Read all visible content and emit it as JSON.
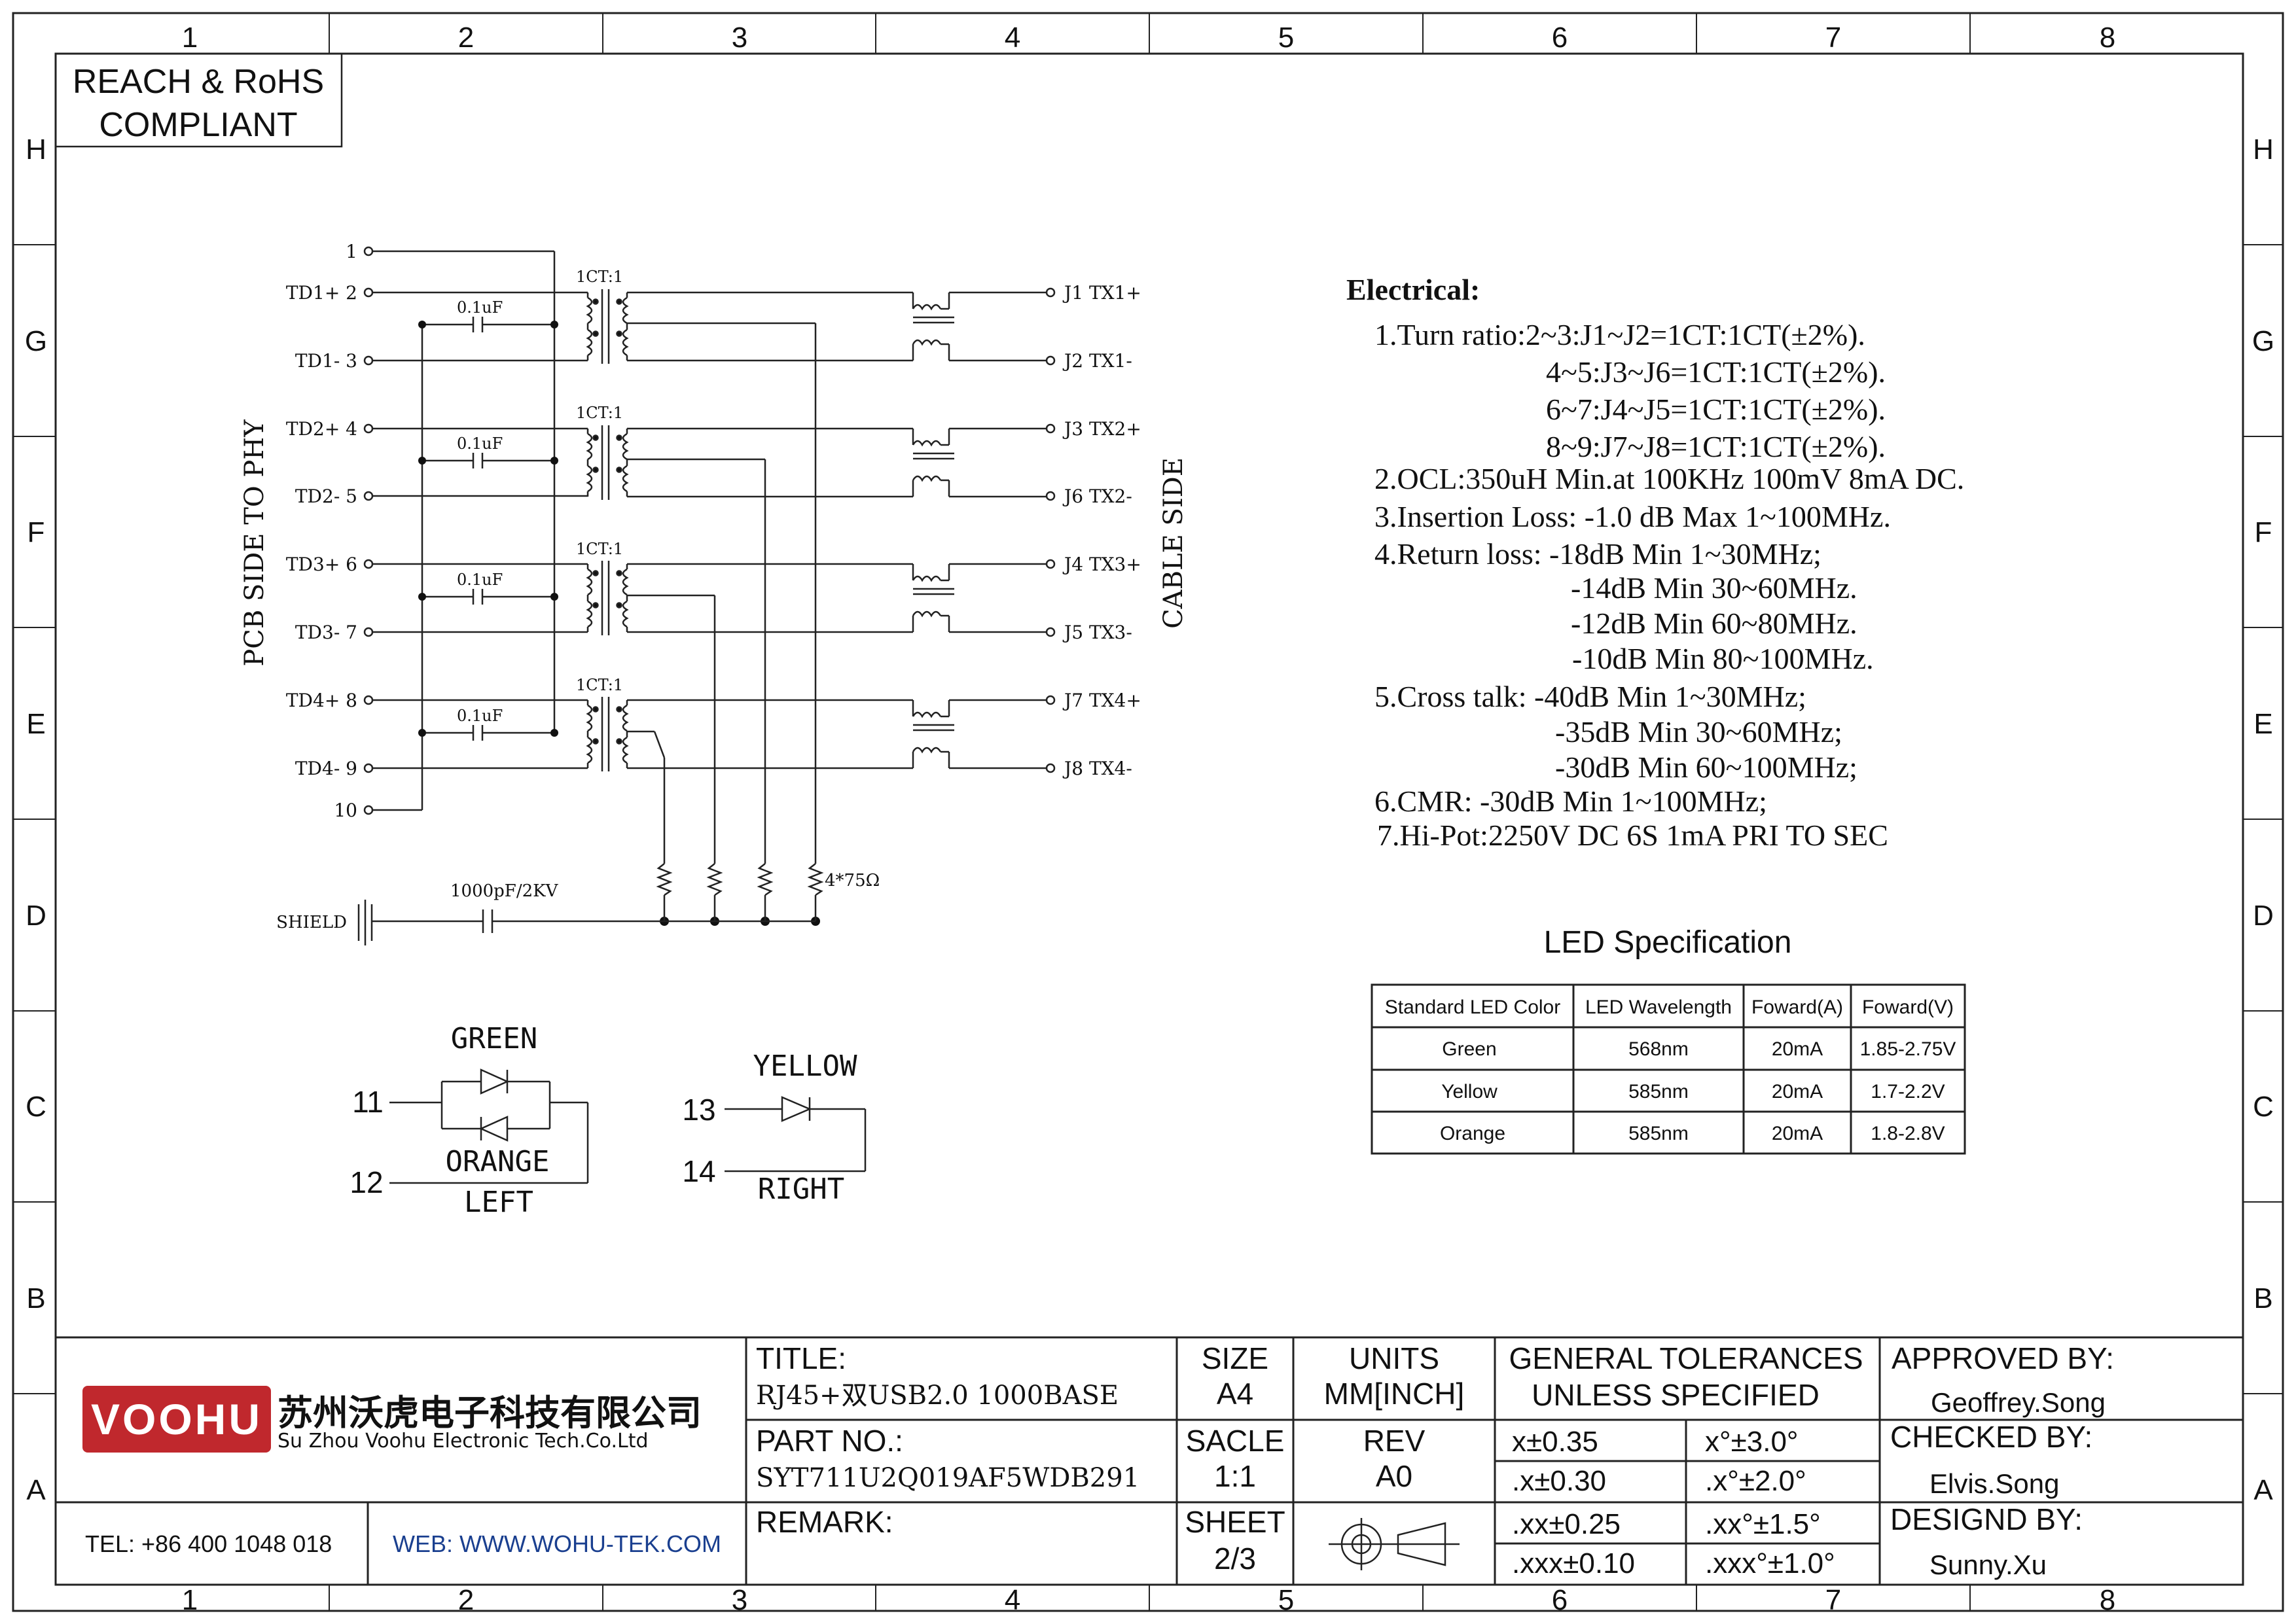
{
  "frame": {
    "columns": [
      "1",
      "2",
      "3",
      "4",
      "5",
      "6",
      "7",
      "8"
    ],
    "rows": [
      "H",
      "G",
      "F",
      "E",
      "D",
      "C",
      "B",
      "A"
    ]
  },
  "compliance": {
    "line1": "REACH & RoHS",
    "line2": "COMPLIANT"
  },
  "schematic": {
    "left_side_label": "PCB SIDE TO PHY",
    "right_side_label": "CABLE SIDE",
    "pins_left": [
      {
        "id": "p1",
        "label": "1"
      },
      {
        "id": "p2",
        "label": "TD1+ 2"
      },
      {
        "id": "p3",
        "label": "TD1- 3"
      },
      {
        "id": "p4",
        "label": "TD2+ 4"
      },
      {
        "id": "p5",
        "label": "TD2- 5"
      },
      {
        "id": "p6",
        "label": "TD3+ 6"
      },
      {
        "id": "p7",
        "label": "TD3- 7"
      },
      {
        "id": "p8",
        "label": "TD4+ 8"
      },
      {
        "id": "p9",
        "label": "TD4- 9"
      },
      {
        "id": "p10",
        "label": "10"
      }
    ],
    "pins_right": [
      "J1 TX1+",
      "J2 TX1-",
      "J3 TX2+",
      "J6 TX2-",
      "J4 TX3+",
      "J5 TX3-",
      "J7 TX4+",
      "J8 TX4-"
    ],
    "transformer_ratio": "1CT:1",
    "cap_label": "0.1uF",
    "shield_label": "SHIELD",
    "shield_cap": "1000pF/2KV",
    "resistor_label": "4*75Ω"
  },
  "led_diagram": {
    "green": "GREEN",
    "orange": "ORANGE",
    "left": "LEFT",
    "yellow": "YELLOW",
    "right": "RIGHT",
    "pin11": "11",
    "pin12": "12",
    "pin13": "13",
    "pin14": "14"
  },
  "electrical": {
    "heading": "Electrical:",
    "lines": [
      "1.Turn ratio:2~3:J1~J2=1CT:1CT(±2%).",
      "4~5:J3~J6=1CT:1CT(±2%).",
      "6~7:J4~J5=1CT:1CT(±2%).",
      "8~9:J7~J8=1CT:1CT(±2%).",
      "2.OCL:350uH Min.at 100KHz 100mV 8mA DC.",
      "3.Insertion Loss: -1.0 dB Max 1~100MHz.",
      "4.Return loss: -18dB Min 1~30MHz;",
      "-14dB Min 30~60MHz.",
      "-12dB Min 60~80MHz.",
      "-10dB Min 80~100MHz.",
      "5.Cross talk: -40dB Min 1~30MHz;",
      "-35dB Min 30~60MHz;",
      "-30dB Min 60~100MHz;",
      "6.CMR: -30dB Min 1~100MHz;",
      "7.Hi-Pot:2250V DC 6S 1mA PRI TO SEC"
    ]
  },
  "led_spec": {
    "title": "LED Specification",
    "headers": [
      "Standard LED Color",
      "LED Wavelength",
      "Foward(A)",
      "Foward(V)"
    ],
    "rows": [
      [
        "Green",
        "568nm",
        "20mA",
        "1.85-2.75V"
      ],
      [
        "Yellow",
        "585nm",
        "20mA",
        "1.7-2.2V"
      ],
      [
        "Orange",
        "585nm",
        "20mA",
        "1.8-2.8V"
      ]
    ]
  },
  "title_block": {
    "logo": "VOOHU",
    "company_cn": "苏州沃虎电子科技有限公司",
    "company_en": "Su Zhou Voohu Electronic Tech.Co.Ltd",
    "tel": "TEL: +86 400 1048 018",
    "web": "WEB: WWW.WOHU-TEK.COM",
    "title_label": "TITLE:",
    "title_value": "RJ45+双USB2.0 1000BASE",
    "part_label": "PART NO.:",
    "part_value": "SYT711U2Q019AF5WDB291",
    "remark_label": "REMARK:",
    "size_label": "SIZE",
    "size_value": "A4",
    "scale_label": "SACLE",
    "scale_value": "1:1",
    "sheet_label": "SHEET",
    "sheet_value": "2/3",
    "units_label": "UNITS",
    "units_value": "MM[INCH]",
    "rev_label": "REV",
    "rev_value": "A0",
    "tol_line1": "GENERAL TOLERANCES",
    "tol_line2": "UNLESS SPECIFIED",
    "tolerances": [
      [
        "x±0.35",
        "x°±3.0°"
      ],
      [
        ".x±0.30",
        ".x°±2.0°"
      ],
      [
        ".xx±0.25",
        ".xx°±1.5°"
      ],
      [
        ".xxx±0.10",
        ".xxx°±1.0°"
      ]
    ],
    "approved_label": "APPROVED BY:",
    "approved_value": "Geoffrey.Song",
    "checked_label": "CHECKED BY:",
    "checked_value": "Elvis.Song",
    "designed_label": "DESIGND BY:",
    "designed_value": "Sunny.Xu"
  },
  "colors": {
    "logo_red": "#c0282d",
    "web_blue": "#1a3f8f",
    "ink": "#111111"
  }
}
